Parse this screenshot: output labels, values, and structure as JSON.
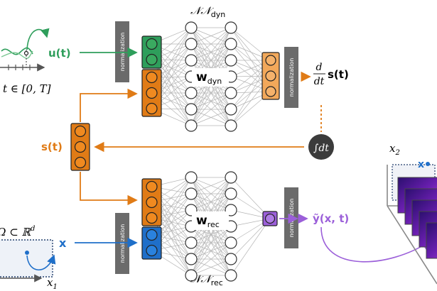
{
  "nn_dyn": {
    "title": "𝒩𝒩",
    "title_sub": "dyn",
    "weights": "w",
    "weights_sub": "dyn"
  },
  "nn_rec": {
    "title": "𝒩𝒩",
    "title_sub": "rec",
    "weights": "w",
    "weights_sub": "rec"
  },
  "norm": {
    "in_dyn": "normalization",
    "out_dyn": "normalization",
    "in_rec": "normalization",
    "out_rec": "normalization"
  },
  "labels": {
    "u_t": "u(t)",
    "time_domain": "t ∈ [0, T]",
    "ds_dt_d": "d",
    "ds_dt_dt": "dt",
    "ds_dt_s": "s(t)",
    "s_t": "s(t)",
    "integral": "∫dt",
    "x": "x",
    "y_tilde": "ỹ(x, t)",
    "omega": "Ω ⊂ ℝ",
    "omega_sup": "d",
    "x1": "x",
    "x1_sub": "1",
    "x2": "x",
    "x2_sub": "2",
    "x_marker": "x"
  },
  "colors": {
    "green": "#2e9e5b",
    "orange": "#e07b16",
    "blue": "#1f6fc9",
    "purple": "#9b5fd9",
    "norm_box": "#6b6b6b",
    "gray_edge": "#b5b5b5",
    "dark": "#333333"
  }
}
